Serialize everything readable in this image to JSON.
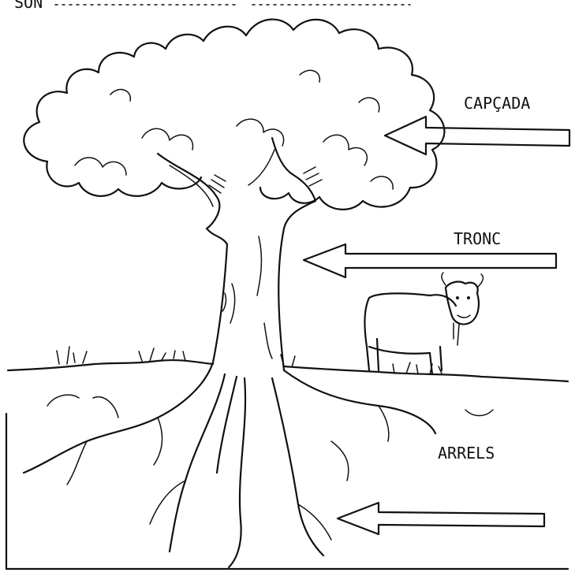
{
  "header_text": "SON",
  "labels": {
    "canopy": "CAPÇADA",
    "trunk": "TRONC",
    "roots": "ARRELS"
  }
}
